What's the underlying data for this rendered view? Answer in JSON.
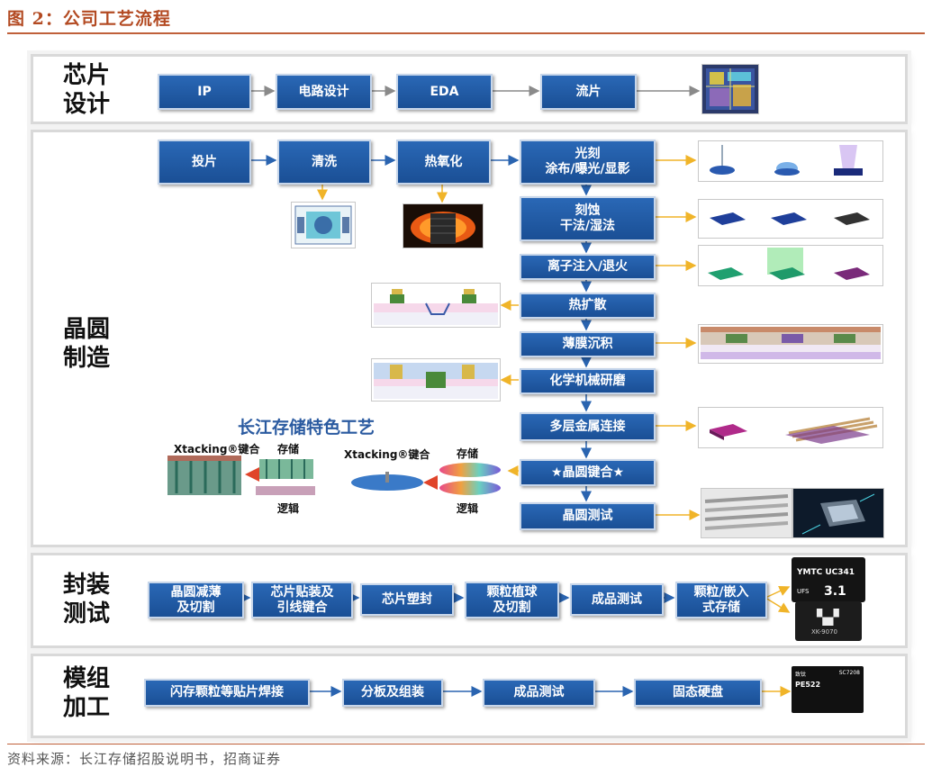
{
  "figure_title": "图 2：公司工艺流程",
  "source": "资料来源：长江存储招股说明书，招商证券",
  "sections": {
    "design": {
      "label": "芯片\n设计",
      "steps": [
        "IP",
        "电路设计",
        "EDA",
        "流片"
      ]
    },
    "wafer": {
      "label": "晶圆\n制造",
      "top_steps": [
        "投片",
        "清洗",
        "热氧化"
      ],
      "main_steps": [
        "光刻\n涂布/曝光/显影",
        "刻蚀\n干法/湿法",
        "离子注入/退火",
        "热扩散",
        "薄膜沉积",
        "化学机械研磨",
        "多层金属连接",
        "★晶圆键合★",
        "晶圆测试"
      ],
      "special": {
        "title": "长江存储特色工艺",
        "xtacking_left": "Xtacking®键合",
        "xtacking_right": "Xtacking®键合",
        "storage_left": "存储",
        "logic_left": "逻辑",
        "storage_right": "存储",
        "logic_right": "逻辑"
      }
    },
    "package": {
      "label": "封装\n测试",
      "steps": [
        "晶圆减薄\n及切割",
        "芯片贴装及\n引线键合",
        "芯片塑封",
        "颗粒植球\n及切割",
        "成品测试",
        "颗粒/嵌入\n式存储"
      ],
      "chip_text": {
        "brand": "YMTC UC341",
        "ufs": "UFS",
        "version": "3.1",
        "part": "XK-9070"
      }
    },
    "module": {
      "label": "模组\n加工",
      "steps": [
        "闪存颗粒等贴片焊接",
        "分板及组装",
        "成品测试",
        "固态硬盘"
      ],
      "ssd_text": {
        "brand": "致钛",
        "model": "SC7208",
        "product": "PE522"
      }
    }
  },
  "colors": {
    "box": "#1f5aa6",
    "arrow_gray": "#8a8a8a",
    "arrow_blue": "#2a64b0",
    "arrow_yellow": "#f0b429",
    "arrow_red": "#e0442a",
    "title": "#b34a22"
  }
}
